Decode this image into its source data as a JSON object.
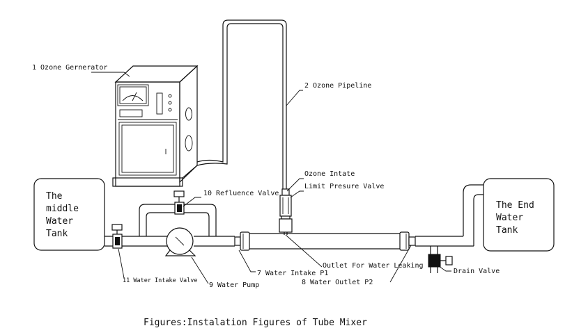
{
  "labels": {
    "ozone_generator": "1 Ozone Gernerator",
    "ozone_pipeline": "2 Ozone Pipeline",
    "ozone_intake": "Ozone Intate",
    "limit_pressure_valve": "Limit Presure Valve",
    "refluence_valve": "10 Refluence Valve",
    "outlet_water_leaking": "Outlet For Water Leaking",
    "water_intake_p1": "7 Water Intake P1",
    "water_outlet_p2": "8 Water Outlet P2",
    "drain_valve": "Drain Valve",
    "water_pump": "9 Water Pump",
    "water_intake_valve": "11 Water Intake Valve"
  },
  "tanks": {
    "middle": [
      "The",
      "middle",
      "Water",
      "Tank"
    ],
    "end": [
      "The End",
      "Water",
      "Tank"
    ]
  },
  "caption": "Figures:Instalation Figures of Tube Mixer"
}
